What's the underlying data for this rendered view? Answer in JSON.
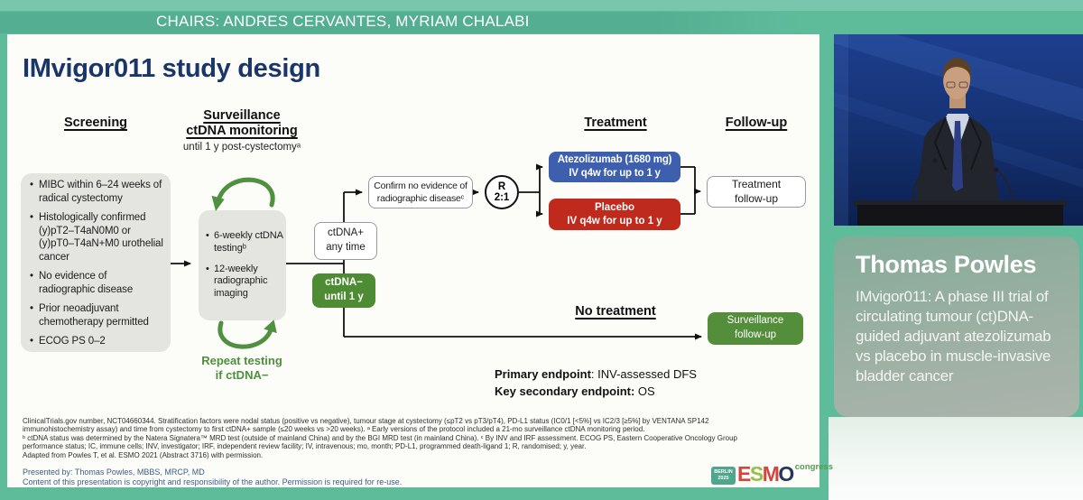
{
  "top_bar": {
    "chairs_label": "CHAIRS: ANDRES CERVANTES, MYRIAM CHALABI"
  },
  "slide": {
    "title": "IMvigor011 study design",
    "bullet_char": "•",
    "col_screening": "Screening",
    "col_surveillance_l1": "Surveillance",
    "col_surveillance_l2": "ctDNA monitoring",
    "col_surveillance_note": "until 1 y post-cystectomyᵃ",
    "col_treatment": "Treatment",
    "col_followup": "Follow-up",
    "screening_box": [
      "MIBC within 6–24 weeks of radical cystectomy",
      "Histologically confirmed (y)pT2–T4aN0M0 or (y)pT0–T4aN+M0 urothelial cancer",
      "No evidence of radiographic disease",
      "Prior neoadjuvant chemotherapy permitted",
      "ECOG PS 0–2"
    ],
    "monitoring_box": [
      "6-weekly ctDNA testingᵇ",
      "12-weekly radiographic imaging"
    ],
    "repeat_l1": "Repeat testing",
    "repeat_l2": "if ctDNA−",
    "ctdna_pos_l1": "ctDNA+",
    "ctdna_pos_l2": "any time",
    "ctdna_neg_l1": "ctDNA−",
    "ctdna_neg_l2": "until 1 y",
    "confirm_l1": "Confirm no evidence of",
    "confirm_l2": "radiographic diseaseᶜ",
    "rand_r": "R",
    "rand_ratio": "2:1",
    "atezo_l1": "Atezolizumab (1680 mg)",
    "atezo_l2": "IV q4w for up to 1 y",
    "placebo_l1": "Placebo",
    "placebo_l2": "IV q4w for up to 1 y",
    "tfu_l1": "Treatment",
    "tfu_l2": "follow-up",
    "no_treatment": "No treatment",
    "sfu_l1": "Surveillance",
    "sfu_l2": "follow-up",
    "ep_primary_label": "Primary endpoint",
    "ep_primary_value": ": INV-assessed DFS",
    "ep_secondary_label": "Key secondary endpoint:",
    "ep_secondary_value": " OS",
    "footnotes": [
      "ClinicalTrials.gov number, NCT04660344. Stratification factors were nodal status (positive vs negative), tumour stage at cystectomy (≤pT2 vs pT3/pT4), PD-L1 status (IC0/1 [<5%] vs IC2/3 [≥5%] by VENTANA SP142",
      "immunohistochemistry assay) and time from cystectomy to first ctDNA+ sample (≤20 weeks vs >20 weeks). ᵃ Early versions of the protocol included a 21-mo surveillance ctDNA monitoring period.",
      "ᵇ ctDNA status was determined by the Natera Signatera™ MRD test (outside of mainland China) and by the BGI MRD test (in mainland China). ᶜ By INV and IRF assessment. ECOG PS, Eastern Cooperative Oncology Group",
      "performance status; IC, immune cells; INV, investigator; IRF, independent review facility; IV, intravenous; mo, month; PD-L1, programmed death-ligand 1; R, randomised; y, year.",
      "Adapted from Powles T, et al. ESMO 2021 (Abstract 3716) with permission."
    ],
    "presented_by": "Presented by: Thomas Powles, MBBS, MRCP, MD",
    "copyright_line": "Content of this presentation is copyright and responsibility of the author. Permission is required for re-use.",
    "logo": {
      "badge_l1": "BERLIN",
      "badge_l2": "2025",
      "letter_e": "E",
      "letter_s": "S",
      "letter_m": "M",
      "letter_o": "O",
      "congress": "congress"
    }
  },
  "speaker_panel": {
    "name": "Thomas Powles",
    "talk_title": "IMvigor011: A phase III trial of circulating tumour (ct)DNA-guided adjuvant atezolizumab vs placebo in muscle-invasive bladder cancer"
  },
  "colors": {
    "background_green": "#5fbc9b",
    "accent_green": "#4f9140",
    "ctdna_negative_green": "#4d8c33",
    "atezolizumab_blue": "#3d5fae",
    "placebo_red": "#bf2a1c",
    "title_navy": "#1a3669"
  }
}
